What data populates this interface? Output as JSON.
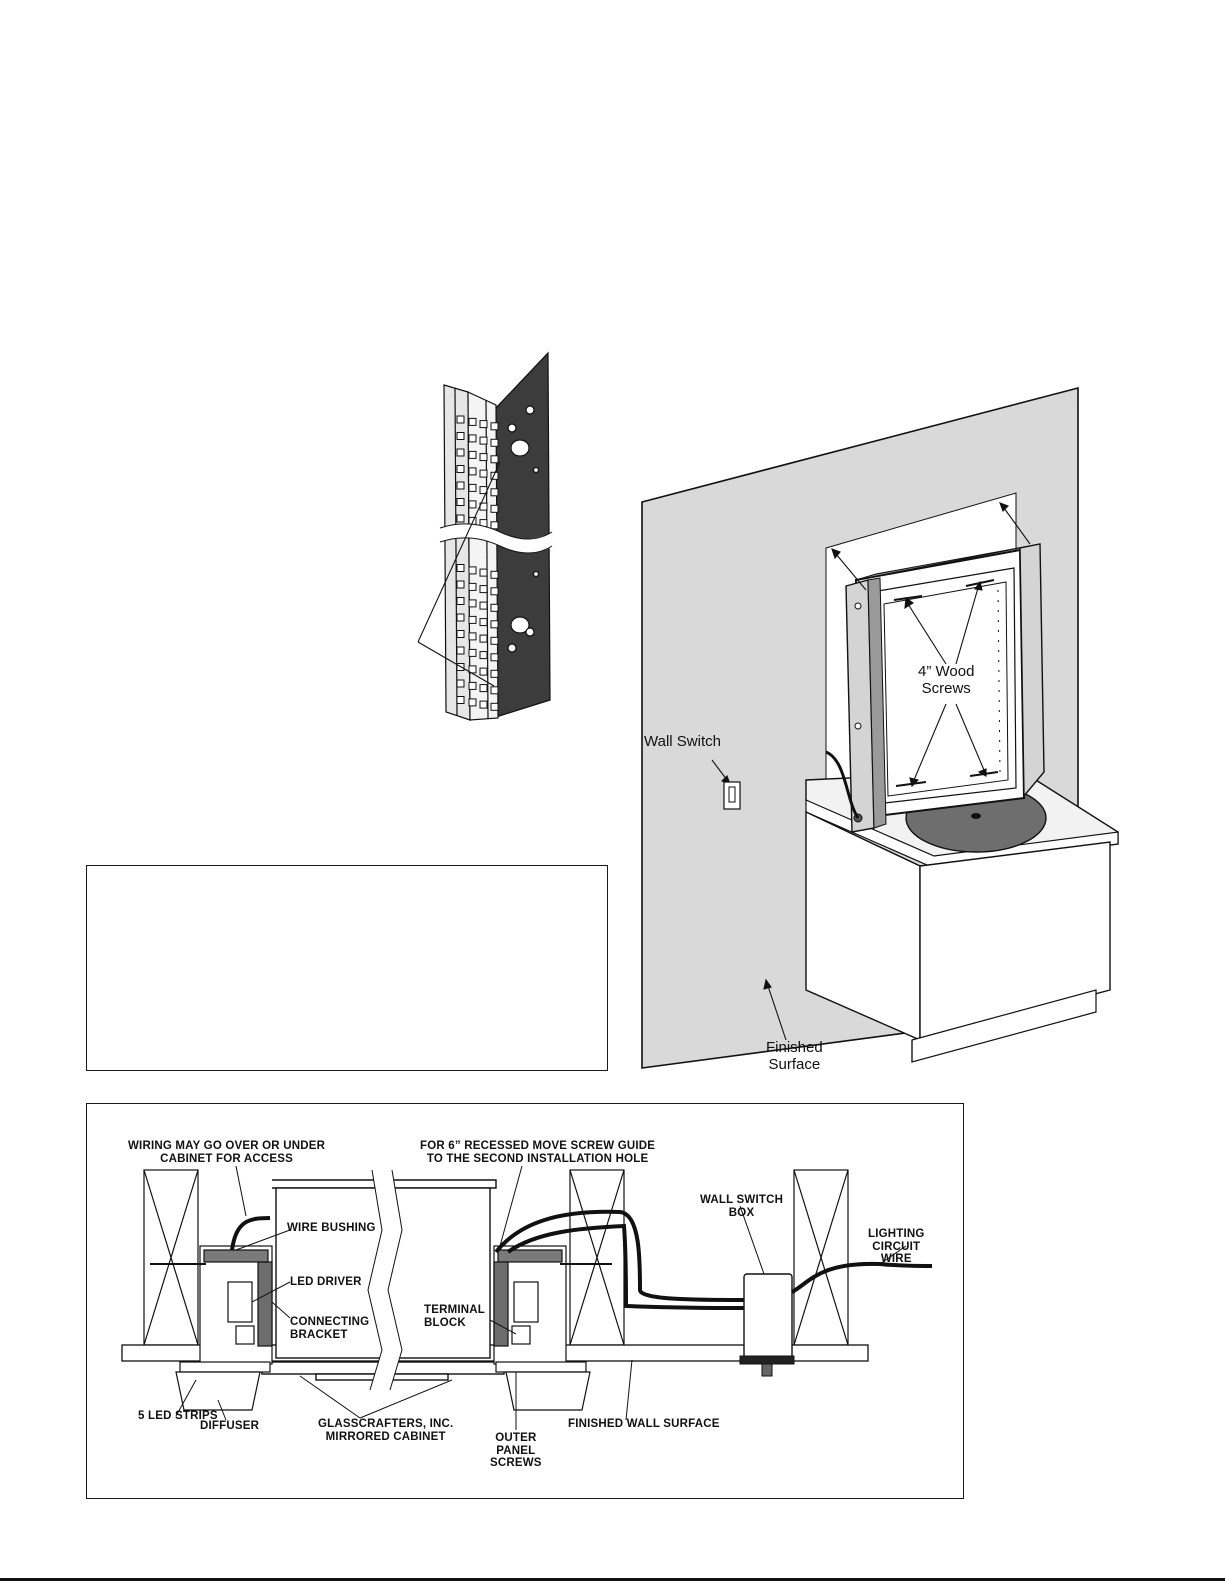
{
  "illustration": {
    "labels": {
      "wall_switch": "Wall Switch",
      "wood_screws": "4” Wood\nScrews",
      "finished_surface": "Finished\nSurface"
    }
  },
  "section": {
    "labels": {
      "wiring_note": "WIRING MAY GO OVER OR UNDER\nCABINET FOR ACCESS",
      "recessed_note": "FOR 6” RECESSED MOVE SCREW GUIDE\nTO THE SECOND INSTALLATION HOLE",
      "wire_bushing": "WIRE BUSHING",
      "led_driver": "LED DRIVER",
      "connecting_bracket": "CONNECTING\nBRACKET",
      "terminal_block": "TERMINAL\nBLOCK",
      "wall_switch_box": "WALL SWITCH\nBOX",
      "lighting_circuit_wire": "LIGHTING\nCIRCUIT\nWIRE",
      "led_strips": "5 LED STRIPS",
      "diffuser": "DIFFUSER",
      "mirrored_cabinet": "GLASSCRAFTERS, INC.\nMIRRORED CABINET",
      "outer_panel_screws": "OUTER\nPANEL\nSCREWS",
      "finished_wall_surface": "FINISHED WALL SURFACE"
    }
  },
  "colors": {
    "wall": "#d9d9d9",
    "dark_panel": "#3c3c3c",
    "line": "#111111"
  }
}
